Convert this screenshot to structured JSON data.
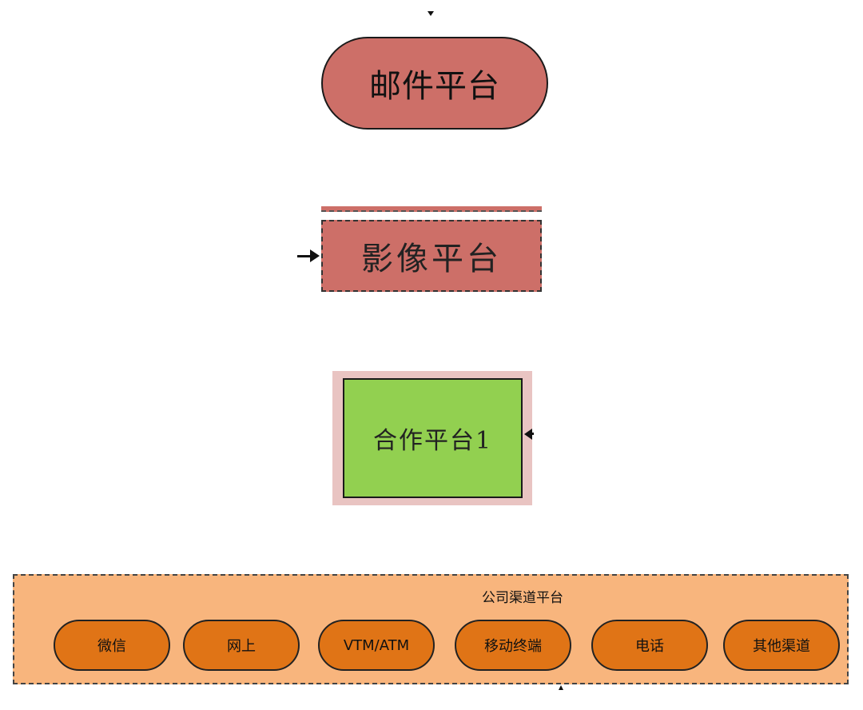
{
  "nodes": {
    "mail_platform": "邮件平台",
    "image_platform": "影像平台",
    "coop_platform": "合作平台1"
  },
  "channel_group": {
    "title": "公司渠道平台",
    "items": [
      "微信",
      "网上",
      "VTM/ATM",
      "移动终端",
      "电话",
      "其他渠道"
    ]
  },
  "colors": {
    "mail_fill": "#cd6f68",
    "image_fill": "#cd6f68",
    "coop_fill": "#92d050",
    "coop_highlight": "#e9c4c2",
    "group_fill": "#f8b57d",
    "channel_item_fill": "#e07416"
  }
}
